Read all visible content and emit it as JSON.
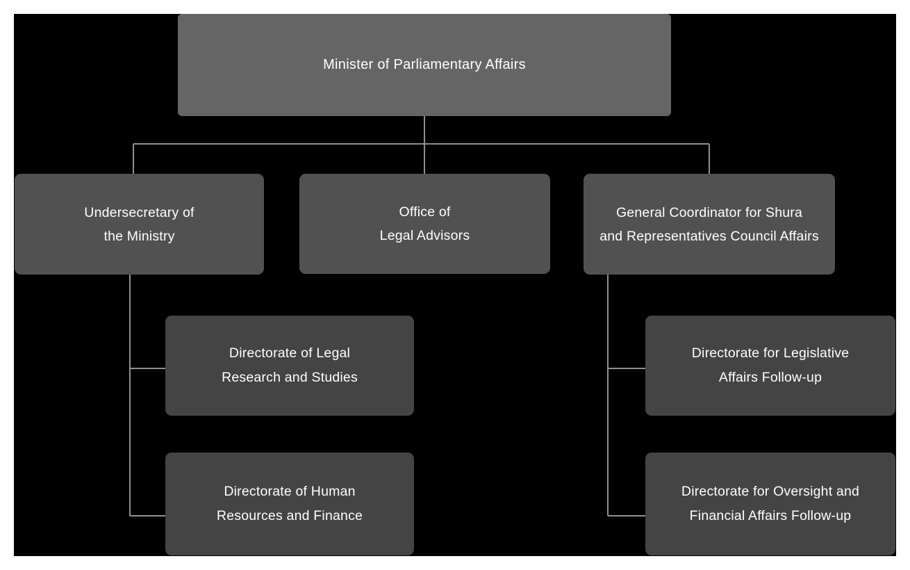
{
  "chart": {
    "type": "org-chart",
    "nodes": {
      "minister": {
        "level": 1,
        "lines": [
          "Minister of Parliamentary Affairs"
        ]
      },
      "undersecretary": {
        "level": 2,
        "parent": "minister",
        "lines": [
          "Undersecretary of",
          "the Ministry"
        ]
      },
      "legal_advisors": {
        "level": 2,
        "parent": "minister",
        "lines": [
          "Office of",
          "Legal Advisors"
        ]
      },
      "coordinator": {
        "level": 2,
        "parent": "minister",
        "lines": [
          "General Coordinator for Shura",
          "and Representatives Council Affairs"
        ]
      },
      "legal_research": {
        "level": 3,
        "parent": "undersecretary",
        "lines": [
          "Directorate of Legal",
          "Research and Studies"
        ]
      },
      "hr_finance": {
        "level": 3,
        "parent": "undersecretary",
        "lines": [
          "Directorate of Human",
          "Resources and Finance"
        ]
      },
      "legislative": {
        "level": 3,
        "parent": "coordinator",
        "lines": [
          "Directorate for Legislative",
          "Affairs Follow-up"
        ]
      },
      "oversight": {
        "level": 3,
        "parent": "coordinator",
        "lines": [
          "Directorate for Oversight and",
          "Financial Affairs Follow-up"
        ]
      }
    },
    "colors": {
      "page_background": "#ffffff",
      "canvas_background": "#000000",
      "level1_box": "#666566",
      "level2_box": "#525152",
      "level3_box": "#454445",
      "connector": "#909090",
      "text": "#ffffff"
    }
  }
}
